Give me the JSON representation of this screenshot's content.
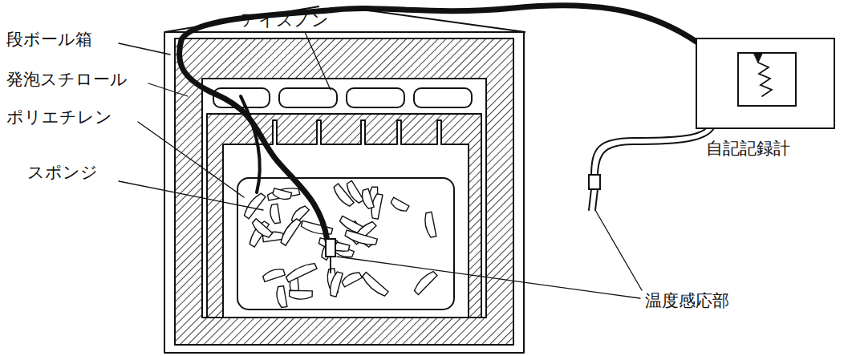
{
  "diagram": {
    "labels": [
      "アイスノン",
      "段ボール箱",
      "発泡スチロール",
      "ポリエチレン",
      "スポンジ",
      "自記記録計",
      "温度感応部"
    ]
  }
}
